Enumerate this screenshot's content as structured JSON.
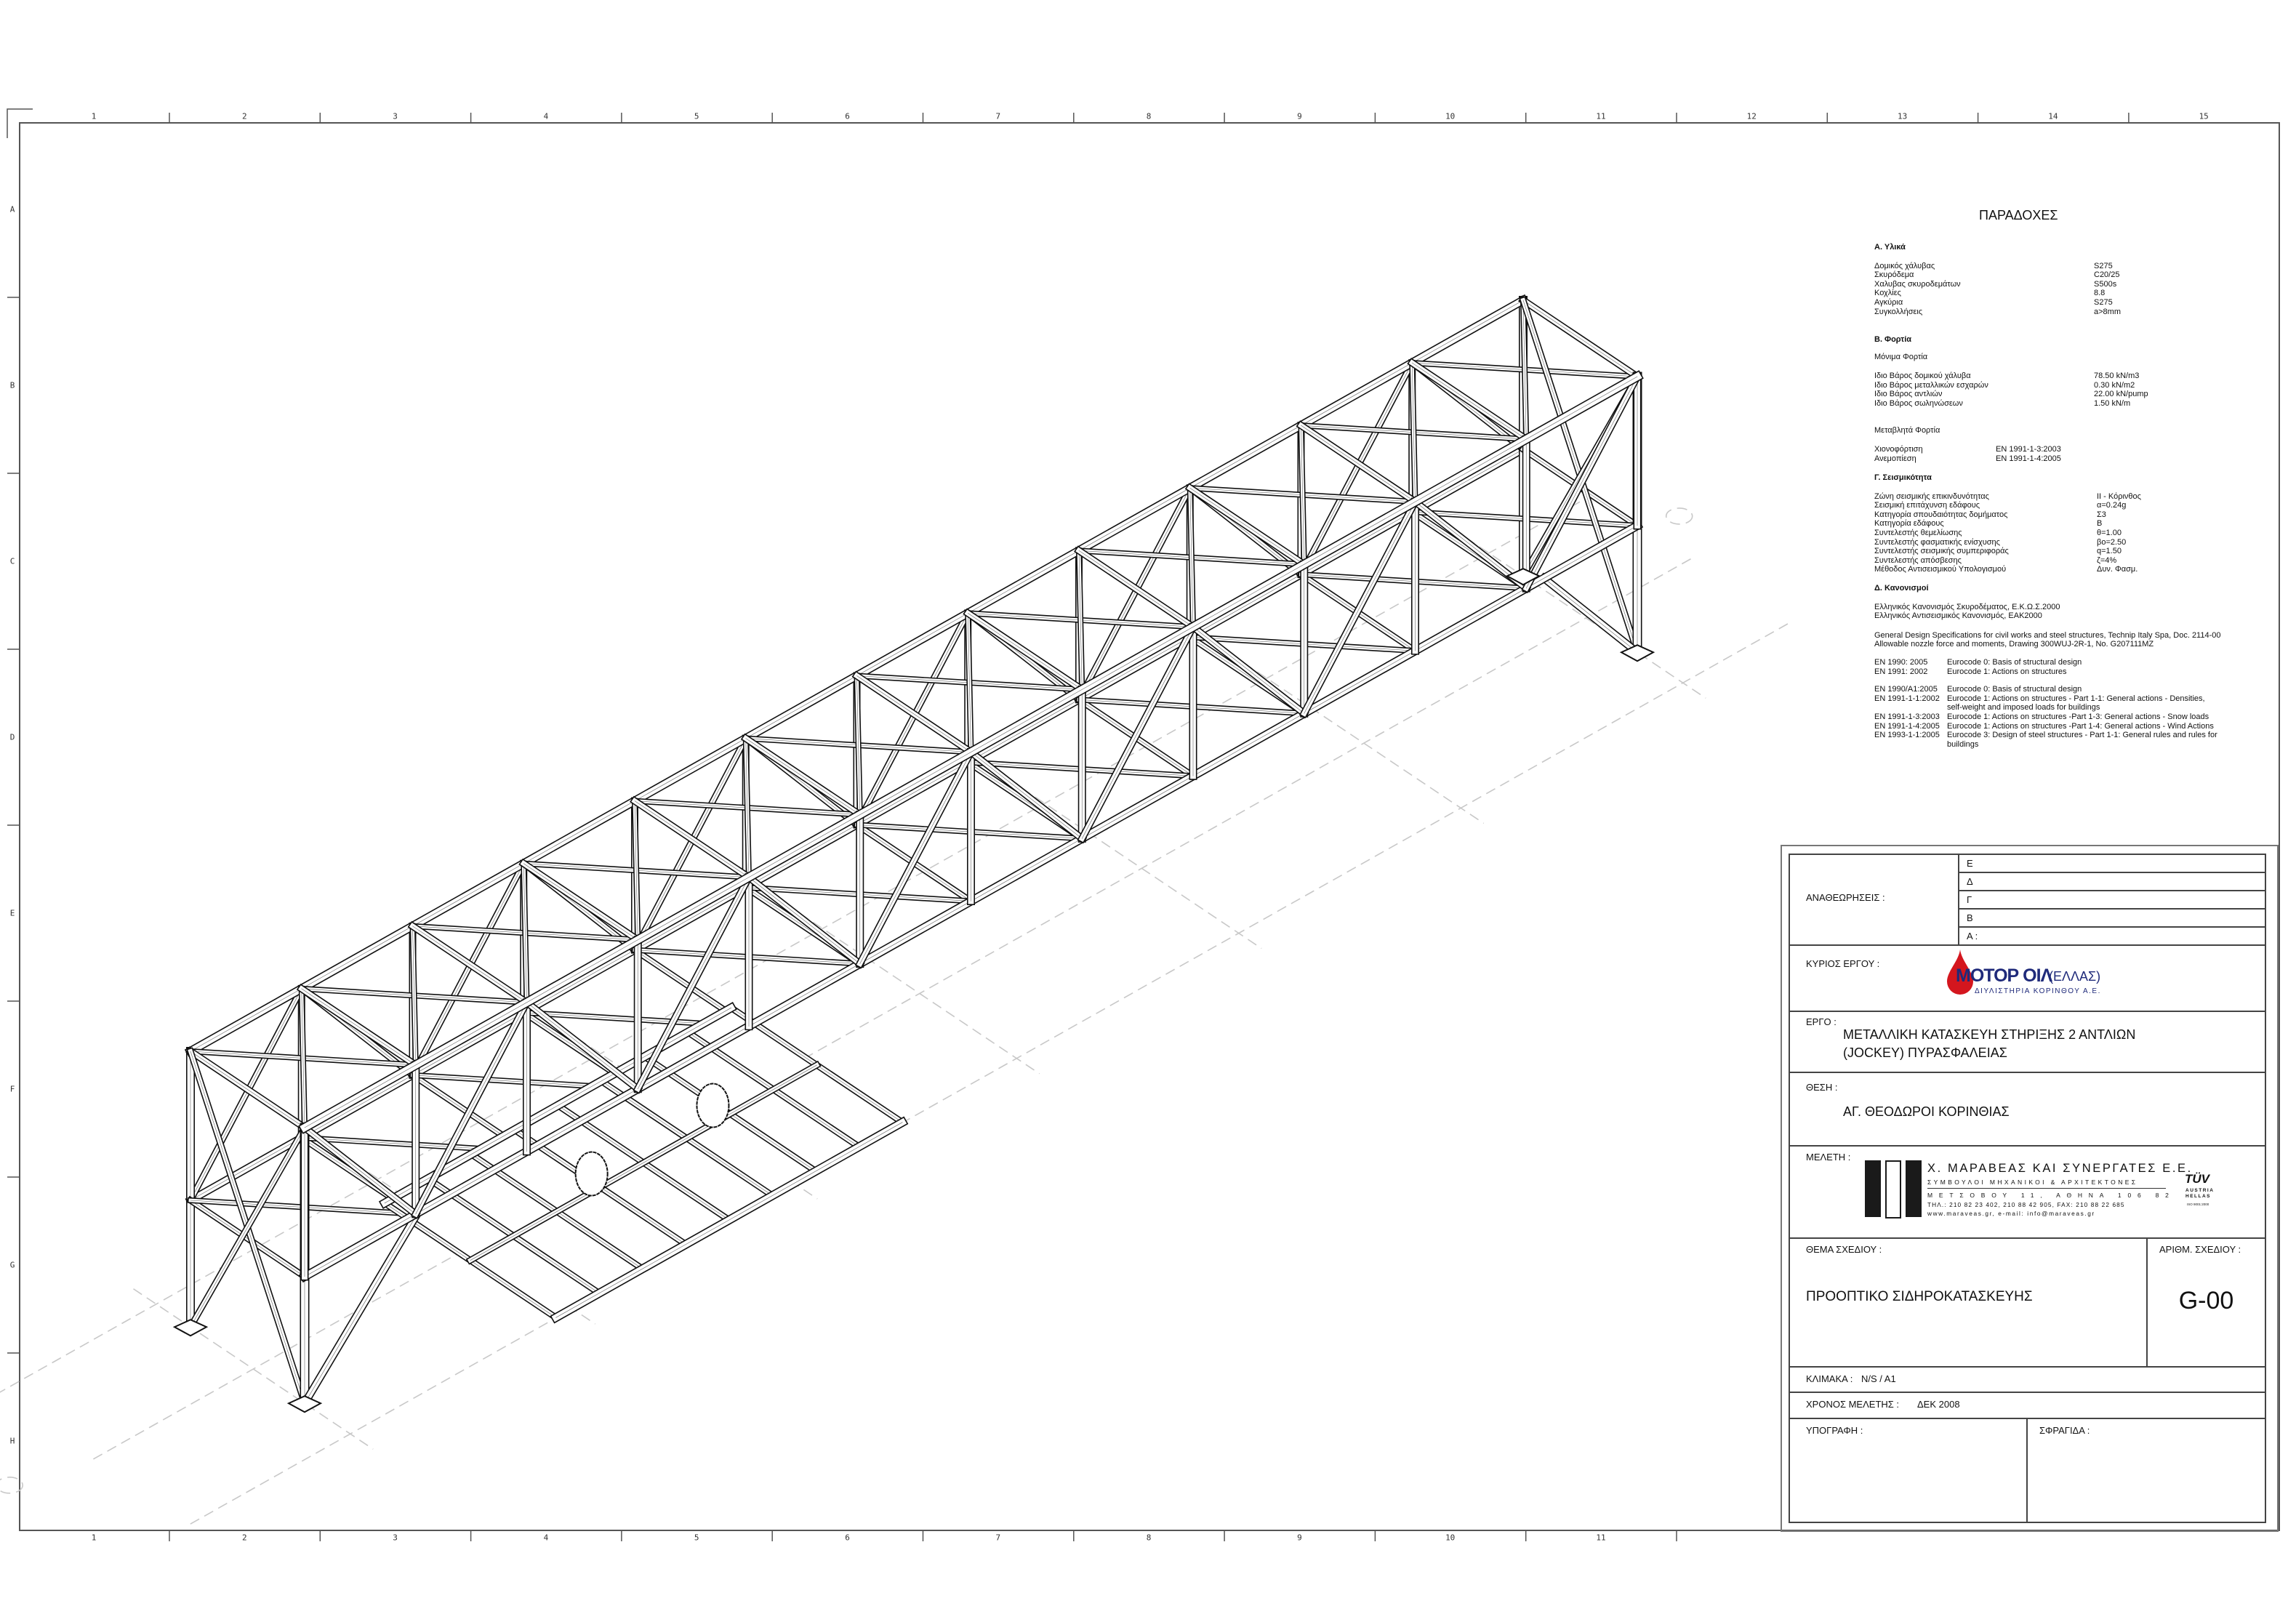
{
  "frame": {
    "columns": [
      "1",
      "2",
      "3",
      "4",
      "5",
      "6",
      "7",
      "8",
      "9",
      "10",
      "11",
      "12",
      "13",
      "14",
      "15"
    ],
    "bottom_columns": [
      "1",
      "2",
      "3",
      "4",
      "5",
      "6",
      "7",
      "8",
      "9",
      "10",
      "11"
    ],
    "rows": [
      "A",
      "B",
      "C",
      "D",
      "E",
      "F",
      "G",
      "H"
    ]
  },
  "notes": {
    "title": "ΠΑΡΑΔΟΧΕΣ",
    "materials": {
      "heading": "Α. Υλικά",
      "items": [
        {
          "label": "Δομικός χάλυβας",
          "value": "S275"
        },
        {
          "label": "Σκυρόδεμα",
          "value": "C20/25"
        },
        {
          "label": "Χαλυβας σκυροδεμάτων",
          "value": "S500s"
        },
        {
          "label": "Κοχλίες",
          "value": "8.8"
        },
        {
          "label": "Αγκύρια",
          "value": "S275"
        },
        {
          "label": "Συγκολλήσεις",
          "value": "a>8mm"
        }
      ]
    },
    "loads": {
      "heading": "Β.  Φορτία",
      "permanent_heading": "Μόνιμα Φορτία",
      "permanent": [
        {
          "label": "Ιδιο Βάρος δομικού χάλυβα",
          "value": "78.50 kN/m3"
        },
        {
          "label": "Ιδιο Βάρος μεταλλικών εσχαρών",
          "value": "0.30 kN/m2"
        },
        {
          "label": "Ιδιο Βάρος αντλιών",
          "value": "22.00 kN/pump"
        },
        {
          "label": "Ιδιο Βάρος σωληνώσεων",
          "value": "1.50 kN/m"
        }
      ],
      "variable_heading": "Μεταβλητά Φορτία",
      "variable": [
        {
          "label": "Χιονοφόρτιση",
          "value": "EN 1991-1-3:2003"
        },
        {
          "label": "Ανεμοπίεση",
          "value": "EN 1991-1-4:2005"
        }
      ]
    },
    "seismic": {
      "heading": "Γ.  Σεισμικότητα",
      "items": [
        {
          "label": "Ζώνη σεισμικής επικινδυνότητας",
          "value": "II - Κόρινθος"
        },
        {
          "label": "Σεισμική επιτάχυνση εδάφους",
          "value": "α=0.24g"
        },
        {
          "label": "Κατηγορία  σπουδαιότητας δομήματος",
          "value": "Σ3"
        },
        {
          "label": "Κατηγορία εδάφους",
          "value": "Β"
        },
        {
          "label": "Συντελεστής θεμελίωσης",
          "value": "θ=1.00"
        },
        {
          "label": "Συντελεστής φασματικής ενίσχυσης",
          "value": "βο=2.50"
        },
        {
          "label": "Συντελεστής σεισμικής συμπεριφοράς",
          "value": "q=1.50"
        },
        {
          "label": "Συντελεστής απόσβεσης",
          "value": "ζ=4%"
        },
        {
          "label": "Μέθοδος Αντισεισμικού Υπολογισμού",
          "value": "Δυν. Φασμ."
        }
      ]
    },
    "codes": {
      "heading": "Δ. Κανονισμοί",
      "greek": [
        "Ελληνικός Κανονισμός Σκυροδέματος, Ε.Κ.Ω.Σ.2000",
        "Ελληνικός Αντισεισμικός Κανονισμός, ΕΑΚ2000"
      ],
      "specs": [
        "General Design Specifications for civil works and steel structures, Technip Italy Spa, Doc. 2114-00",
        "Allowable nozzle force and moments, Drawing 300WUJ-2R-1, No. G207111MZ"
      ],
      "group1": [
        {
          "code": "EN 1990: 2005",
          "desc": "Eurocode 0: Basis of structural design"
        },
        {
          "code": "EN 1991: 2002",
          "desc": "Eurocode 1: Actions on structures"
        }
      ],
      "group2": [
        {
          "code": "EN 1990/A1:2005",
          "desc": "Eurocode 0: Basis of structural design"
        },
        {
          "code": "EN 1991-1-1:2002",
          "desc": "Eurocode 1: Actions on structures - Part 1-1: General actions - Densities,",
          "desc2": "self-weight and imposed loads for buildings"
        },
        {
          "code": "EN 1991-1-3:2003",
          "desc": "Eurocode 1: Actions on structures -Part 1-3: General actions - Snow loads"
        },
        {
          "code": "EN 1991-1-4:2005",
          "desc": "Eurocode 1: Actions on structures -Part 1-4: General actions - Wind Actions"
        },
        {
          "code": "EN 1993-1-1:2005",
          "desc": "Eurocode 3: Design of steel structures - Part 1-1: General rules and rules for",
          "desc2": "buildings"
        }
      ]
    }
  },
  "title_block": {
    "revisions_label": "ΑΝΑΘΕΩΡΗΣΕΙΣ :",
    "revisions": [
      "Ε",
      "Δ",
      "Γ",
      "Β",
      "Α :"
    ],
    "owner_label": "ΚΥΡΙΟΣ ΕΡΓΟΥ :",
    "owner_logo": {
      "name": "ΜΟΤΟΡ ΟΙΛ",
      "suffix": "(ΕΛΛΑΣ)",
      "subtitle": "ΔΙΥΛΙΣΤΗΡΙΑ ΚΟΡΙΝΘΟΥ Α.Ε.",
      "red": "#d4161e",
      "blue": "#1f2a7a"
    },
    "project_label": "ΕΡΓΟ :",
    "project_line1": "ΜΕΤΑΛΛΙΚΗ ΚΑΤΑΣΚΕΥΗ ΣΤΗΡΙΞΗΣ 2 ΑΝΤΛΙΩΝ",
    "project_line2": "(JOCKEY) ΠΥΡΑΣΦΑΛΕΙΑΣ",
    "location_label": "ΘΕΣΗ :",
    "location": "ΑΓ. ΘΕΟΔΩΡΟΙ ΚΟΡΙΝΘΙΑΣ",
    "study_label": "ΜΕΛΕΤΗ :",
    "firm": {
      "name": "Χ. ΜΑΡΑΒΕΑΣ ΚΑΙ ΣΥΝΕΡΓΑΤΕΣ Ε.Ε.",
      "tagline": "ΣΥΜΒΟΥΛΟΙ ΜΗΧΑΝΙΚΟΙ & ΑΡΧΙΤΕΚΤΟΝΕΣ",
      "address": "ΜΕΤΣΟΒΟΥ 11, ΑΘΗΝΑ 106 82",
      "phone": "ΤΗΛ.: 210 82 23 402, 210 88 42 905, FAX: 210 88 22 685",
      "web": "www.maraveas.gr,  e-mail: info@maraveas.gr"
    },
    "cert": {
      "mark": "TÜV",
      "line1": "AUSTRIA",
      "line2": "HELLAS",
      "iso": "ISO 9001:2000",
      "red": "#d4163c"
    },
    "subject_label": "ΘΕΜΑ ΣΧΕΔΙΟΥ :",
    "subject": "ΠΡΟΟΠΤΙΚΟ ΣΙΔΗΡΟΚΑΤΑΣΚΕΥΗΣ",
    "drawing_no_label": "ΑΡΙΘΜ. ΣΧΕΔΙΟΥ :",
    "drawing_no": "G-00",
    "scale_label": "ΚΛΙΜΑΚΑ :",
    "scale": "N/S / A1",
    "year_label": "ΧΡΟΝΟΣ ΜΕΛΕΤΗΣ :",
    "year": "ΔΕΚ 2008",
    "signature_label": "ΥΠΟΓΡΑΦΗ :",
    "stamp_label": "ΣΦΡΑΓΙΔΑ :"
  }
}
